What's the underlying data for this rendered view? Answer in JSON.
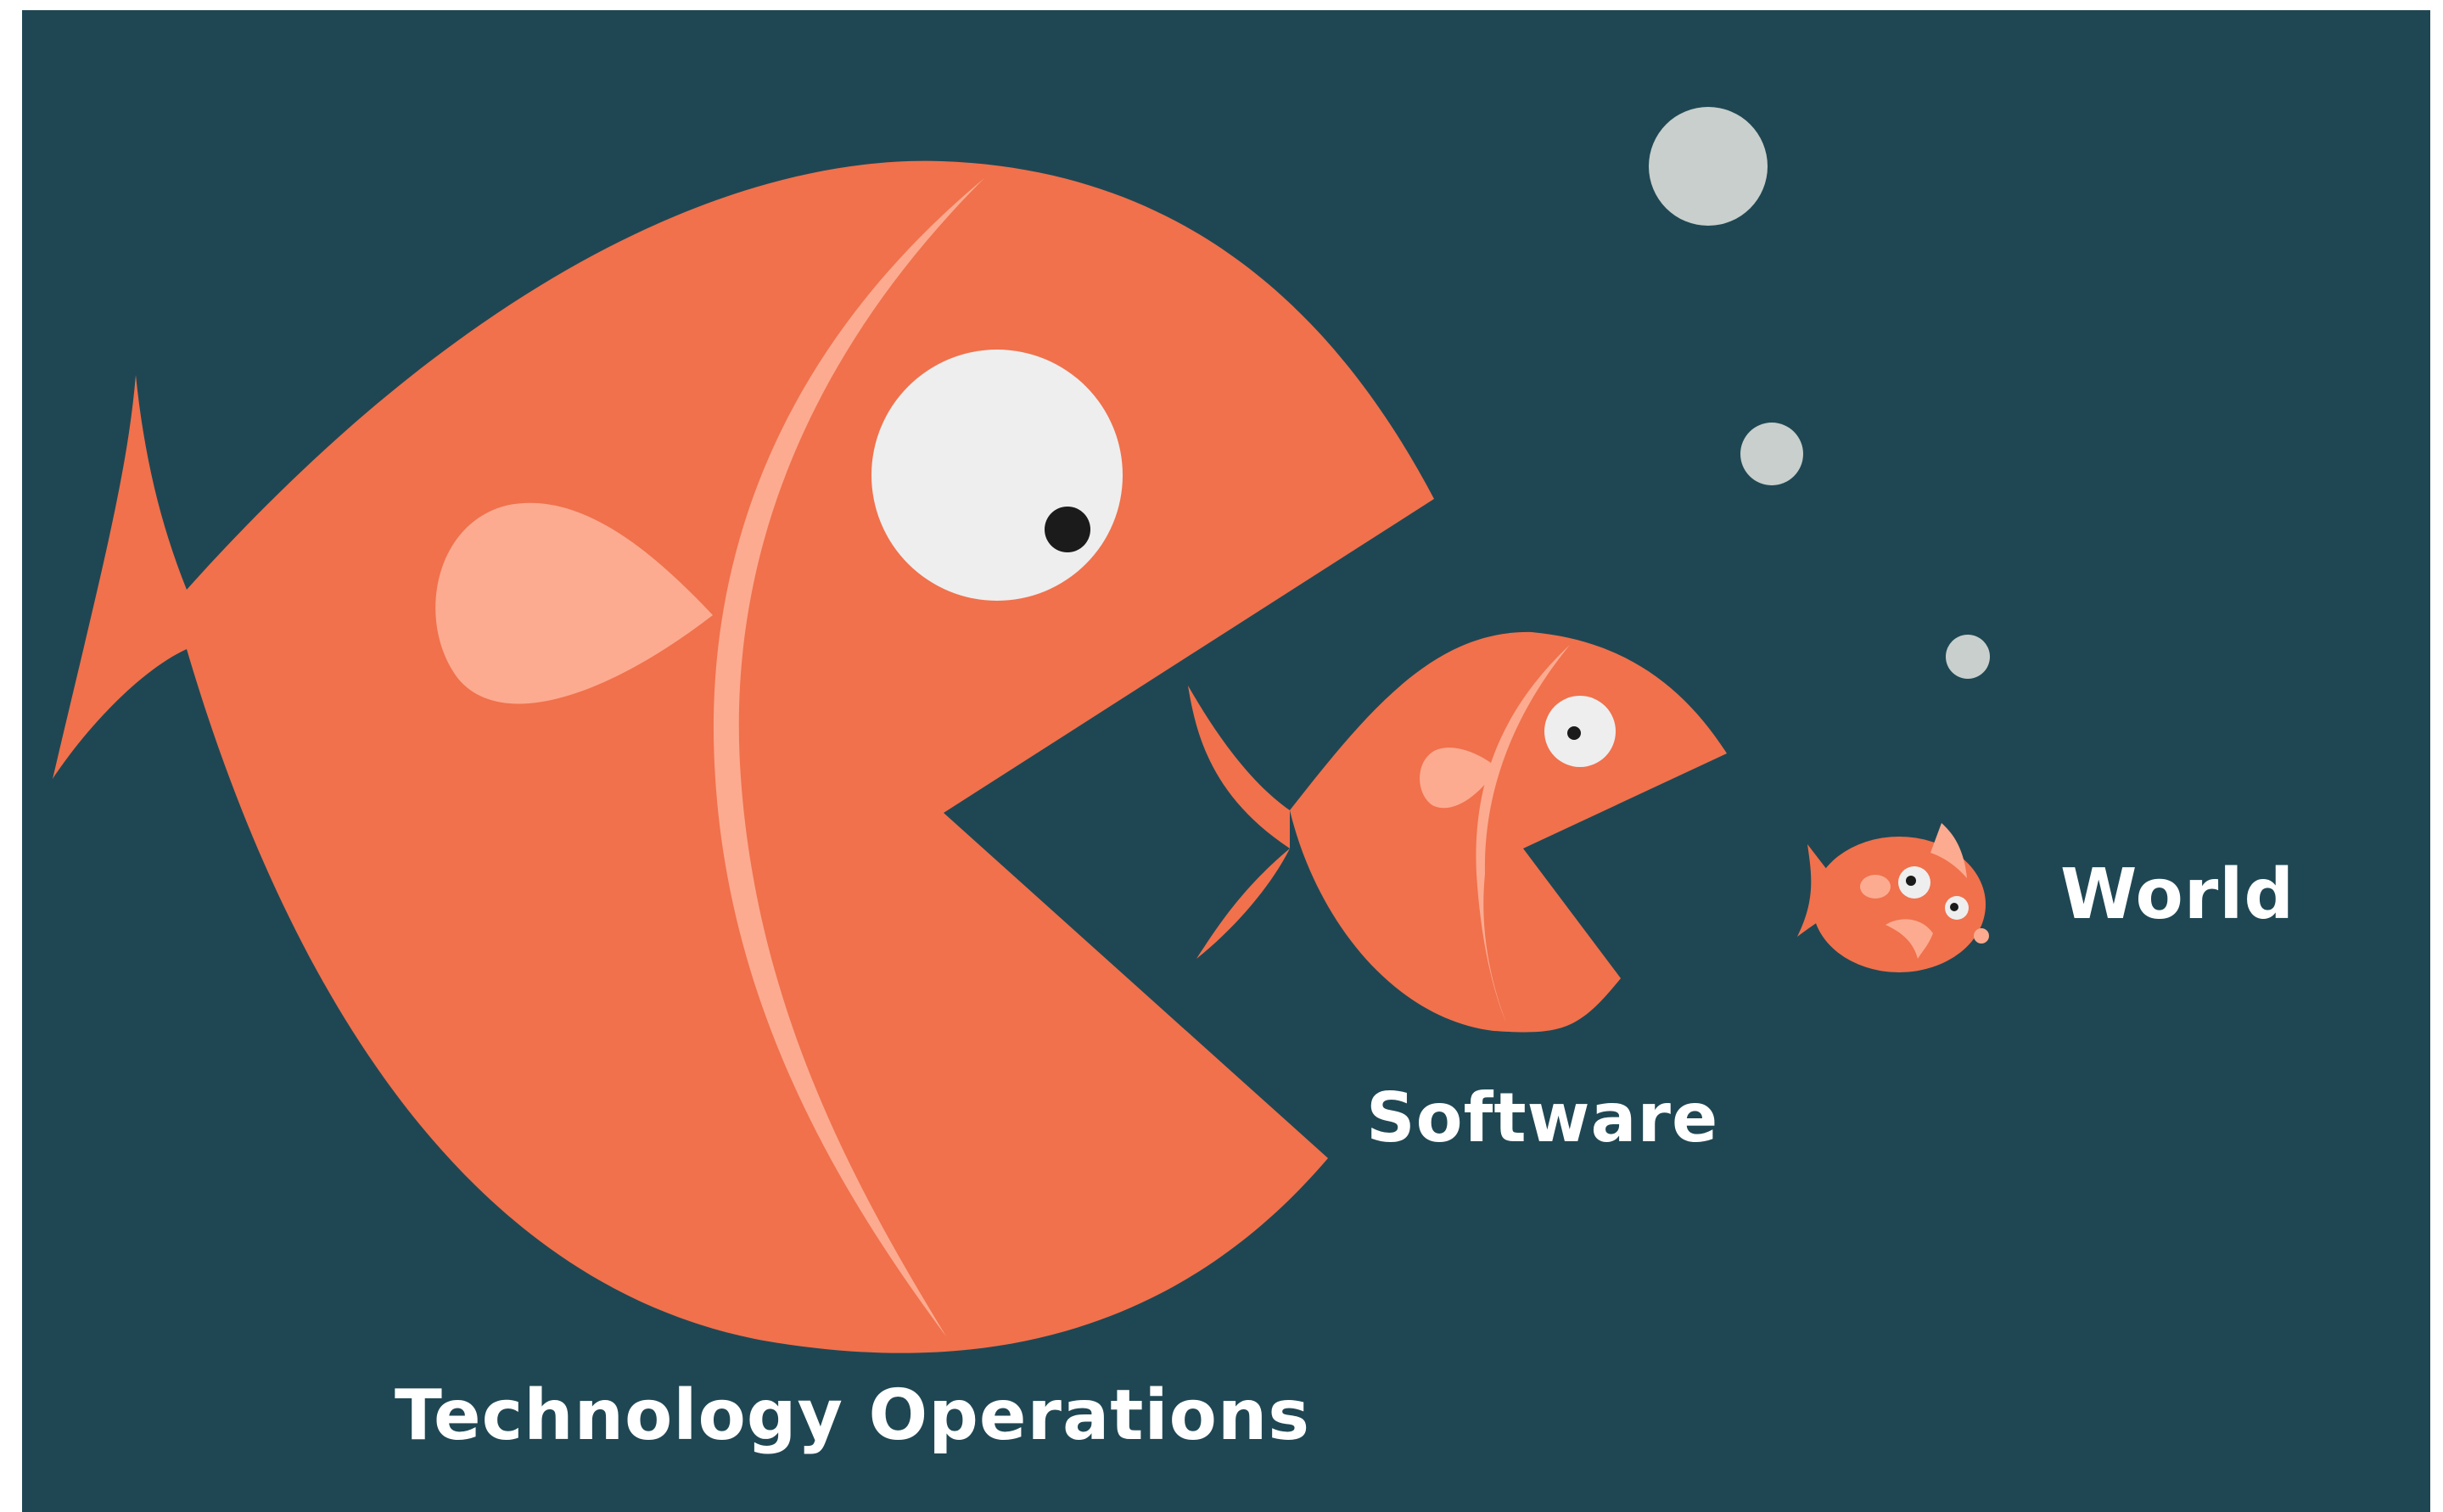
{
  "labels": {
    "large_fish": "Technology Operations",
    "medium_fish": "Software",
    "small_fish": "World"
  },
  "colors": {
    "background": "#1f4753",
    "fish_body": "#f0714c",
    "fish_fin": "#fcab90",
    "eye_white": "#eeeeee",
    "pupil": "#1b1b1b",
    "bubble": "#c8cfcc",
    "label_text": "#ffffff"
  },
  "icons": {
    "large_fish": "big-orange-fish-icon",
    "medium_fish": "medium-orange-fish-icon",
    "small_fish": "small-worried-fish-icon",
    "bubbles": "bubble-icon"
  }
}
